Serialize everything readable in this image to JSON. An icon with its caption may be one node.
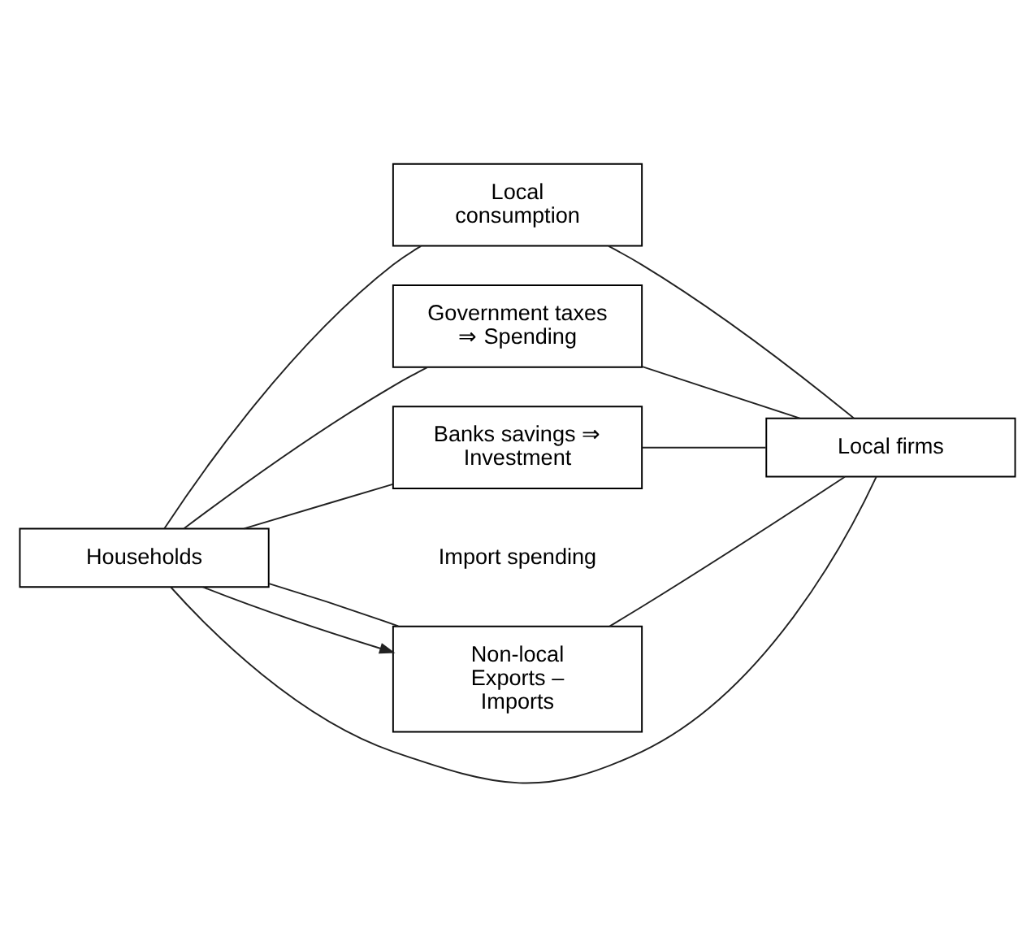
{
  "diagram": {
    "nodes": [
      {
        "text": [
          "Local consumption"
        ]
      },
      {
        "text": [
          "Government taxes ⇒ Spending"
        ]
      },
      {
        "text": [
          "Banks savings ⇒ Investment"
        ]
      },
      {
        "text": [
          "Households"
        ]
      },
      {
        "text": [
          "Local firms"
        ]
      },
      {
        "text": [
          "Non-local Exports – Imports"
        ]
      }
    ],
    "edges": [
      {
        "from": 3,
        "to": 0,
        "arrow": "none"
      },
      {
        "from": 0,
        "to": 4,
        "arrow": "none"
      },
      {
        "from": 3,
        "to": 1,
        "arrow": "none"
      },
      {
        "from": 1,
        "to": 4,
        "arrow": "none"
      },
      {
        "from": 3,
        "to": 2,
        "arrow": "none"
      },
      {
        "from": 2,
        "to": 4,
        "arrow": "none"
      },
      {
        "from": 3,
        "to": 5,
        "arrow": "to"
      },
      {
        "from": 3,
        "to": 5,
        "arrow": "none"
      },
      {
        "from": 5,
        "to": 4,
        "arrow": "none"
      },
      {
        "from": 3,
        "to": 4,
        "arrow": "none"
      }
    ],
    "labels": [
      "Import spending"
    ]
  }
}
